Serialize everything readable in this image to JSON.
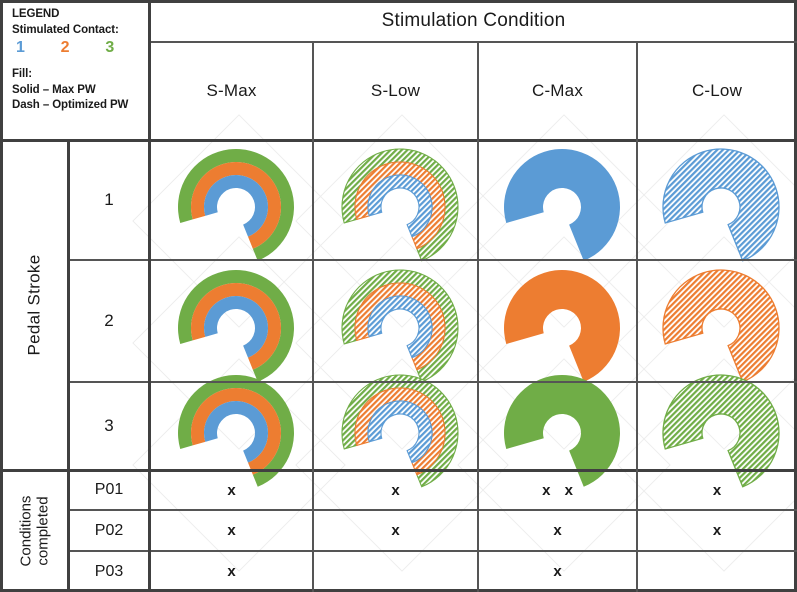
{
  "legend": {
    "title": "LEGEND",
    "contact_label": "Stimulated Contact:",
    "contacts": [
      {
        "number": "1",
        "color": "#5B9BD5"
      },
      {
        "number": "2",
        "color": "#ED7D31"
      },
      {
        "number": "3",
        "color": "#70AD47"
      }
    ],
    "fill_label": "Fill:",
    "fill_solid": "Solid – Max PW",
    "fill_dash": "Dash – Optimized PW"
  },
  "header": {
    "title": "Stimulation Condition",
    "columns": [
      "S-Max",
      "S-Low",
      "C-Max",
      "C-Low"
    ]
  },
  "row_groups": {
    "pedal_stroke_label": "Pedal Stroke",
    "conditions_label_line1": "Conditions",
    "conditions_label_line2": "completed"
  },
  "stroke_rows": [
    {
      "label": "1"
    },
    {
      "label": "2"
    },
    {
      "label": "3"
    }
  ],
  "participant_rows": [
    {
      "label": "P01",
      "marks": [
        "x",
        "x",
        "x x",
        "x"
      ]
    },
    {
      "label": "P02",
      "marks": [
        "x",
        "x",
        "x",
        "x"
      ]
    },
    {
      "label": "P03",
      "marks": [
        "x",
        "",
        "x",
        ""
      ]
    }
  ],
  "colors": {
    "contact1_blue": "#5B9BD5",
    "contact2_orange": "#ED7D31",
    "contact3_green": "#70AD47",
    "border": "#404040",
    "text": "#1a1a1a",
    "background": "#ffffff"
  },
  "chart_data": {
    "type": "table",
    "title": "Stimulation Condition",
    "row_axis": "Pedal Stroke",
    "column_axis": "Stimulation Condition",
    "categories": [
      "S-Max",
      "S-Low",
      "C-Max",
      "C-Low"
    ],
    "rows": [
      "1",
      "2",
      "3"
    ],
    "cells": [
      {
        "row": "1",
        "column": "S-Max",
        "contacts": [
          1,
          2,
          3
        ],
        "fill": "solid",
        "glyph": "triple-concentric-arc"
      },
      {
        "row": "1",
        "column": "S-Low",
        "contacts": [
          1,
          2,
          3
        ],
        "fill": "dash",
        "glyph": "triple-concentric-arc"
      },
      {
        "row": "1",
        "column": "C-Max",
        "contacts": [
          1
        ],
        "fill": "solid",
        "glyph": "single-thick-arc"
      },
      {
        "row": "1",
        "column": "C-Low",
        "contacts": [
          1
        ],
        "fill": "dash",
        "glyph": "single-thick-arc"
      },
      {
        "row": "2",
        "column": "S-Max",
        "contacts": [
          1,
          2,
          3
        ],
        "fill": "solid",
        "glyph": "triple-concentric-arc"
      },
      {
        "row": "2",
        "column": "S-Low",
        "contacts": [
          1,
          2,
          3
        ],
        "fill": "dash",
        "glyph": "triple-concentric-arc"
      },
      {
        "row": "2",
        "column": "C-Max",
        "contacts": [
          2
        ],
        "fill": "solid",
        "glyph": "single-thick-arc"
      },
      {
        "row": "2",
        "column": "C-Low",
        "contacts": [
          2
        ],
        "fill": "dash",
        "glyph": "single-thick-arc"
      },
      {
        "row": "3",
        "column": "S-Max",
        "contacts": [
          1,
          2,
          3
        ],
        "fill": "solid",
        "glyph": "triple-concentric-arc"
      },
      {
        "row": "3",
        "column": "S-Low",
        "contacts": [
          1,
          2,
          3
        ],
        "fill": "dash",
        "glyph": "triple-concentric-arc"
      },
      {
        "row": "3",
        "column": "C-Max",
        "contacts": [
          3
        ],
        "fill": "solid",
        "glyph": "single-thick-arc"
      },
      {
        "row": "3",
        "column": "C-Low",
        "contacts": [
          3
        ],
        "fill": "dash",
        "glyph": "single-thick-arc"
      }
    ],
    "completion_matrix": {
      "rows": [
        "P01",
        "P02",
        "P03"
      ],
      "columns": [
        "S-Max",
        "S-Low",
        "C-Max",
        "C-Low"
      ],
      "values": [
        [
          "x",
          "x",
          "x x",
          "x"
        ],
        [
          "x",
          "x",
          "x",
          "x"
        ],
        [
          "x",
          "",
          "x",
          ""
        ]
      ]
    }
  }
}
